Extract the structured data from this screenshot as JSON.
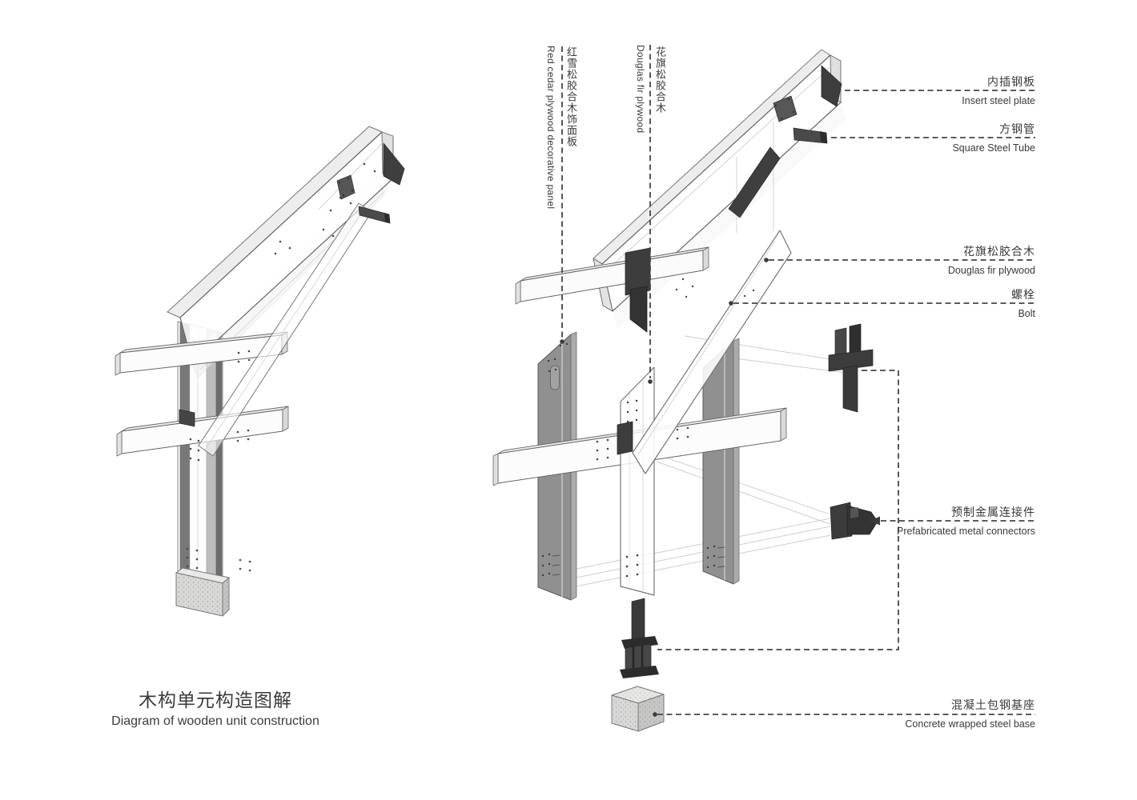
{
  "title": {
    "zh": "木构单元构造图解",
    "en": "Diagram of wooden unit construction"
  },
  "part_labels_vertical": [
    {
      "zh": "红雪松胶合木饰面板",
      "en": "Red cedar plywood decorative panel"
    },
    {
      "zh": "花旗松胶合木",
      "en": "Douglas fir plywood"
    }
  ],
  "part_labels_right": [
    {
      "zh": "内插钢板",
      "en": "Insert steel plate"
    },
    {
      "zh": "方钢管",
      "en": "Square Steel Tube"
    },
    {
      "zh": "花旗松胶合木",
      "en": "Douglas fir plywood"
    },
    {
      "zh": "螺栓",
      "en": "Bolt"
    },
    {
      "zh": "预制金属连接件",
      "en": "Prefabricated metal connectors"
    },
    {
      "zh": "混凝土包钢基座",
      "en": "Concrete wrapped steel base"
    }
  ],
  "colors": {
    "background": "#ffffff",
    "text": "#3a3a3a",
    "leader_line": "#454545",
    "steel_dark": "#3d3d3d",
    "panel_gray": "#909090",
    "wood_white": "#fafafa",
    "concrete_gray": "#d8d8d6"
  }
}
